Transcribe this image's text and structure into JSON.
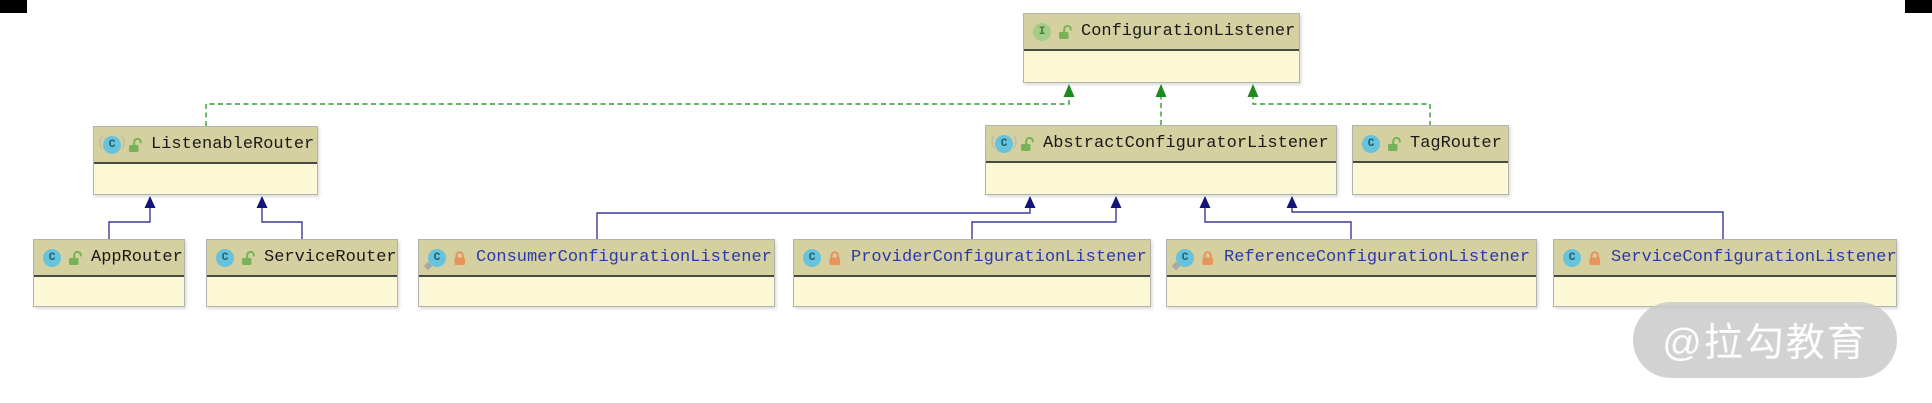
{
  "diagram": {
    "kind": "uml-class-diagram",
    "colors": {
      "node_header_bg": "#d5d0a0",
      "node_body_bg": "#fcf7d4",
      "implements_edge": "#2f9e2f",
      "extends_edge": "#3a3a9c",
      "class_icon_bg": "#67c2dc",
      "interface_icon_bg": "#a3cc86",
      "lock_open": "#76b356",
      "lock_closed": "#e8935c",
      "name_default": "#1a1a1a",
      "name_inner_class": "#2b3aa8"
    },
    "nodes": [
      {
        "name": "ConfigurationListener",
        "kind": "interface",
        "icon_letter": "I",
        "visibility_icon": "lock-open-icon"
      },
      {
        "name": "ListenableRouter",
        "kind": "abstract-class",
        "icon_letter": "C",
        "visibility_icon": "lock-open-icon"
      },
      {
        "name": "AbstractConfiguratorListener",
        "kind": "abstract-class",
        "icon_letter": "C",
        "visibility_icon": "lock-open-icon"
      },
      {
        "name": "TagRouter",
        "kind": "class",
        "icon_letter": "C",
        "visibility_icon": "lock-open-icon"
      },
      {
        "name": "AppRouter",
        "kind": "class",
        "icon_letter": "C",
        "visibility_icon": "lock-open-icon"
      },
      {
        "name": "ServiceRouter",
        "kind": "class",
        "icon_letter": "C",
        "visibility_icon": "lock-open-icon"
      },
      {
        "name": "ConsumerConfigurationListener",
        "kind": "static-inner-class",
        "icon_letter": "C",
        "visibility_icon": "lock-closed-icon"
      },
      {
        "name": "ProviderConfigurationListener",
        "kind": "inner-class",
        "icon_letter": "C",
        "visibility_icon": "lock-closed-icon"
      },
      {
        "name": "ReferenceConfigurationListener",
        "kind": "static-inner-class",
        "icon_letter": "C",
        "visibility_icon": "lock-closed-icon"
      },
      {
        "name": "ServiceConfigurationListener",
        "kind": "inner-class",
        "icon_letter": "C",
        "visibility_icon": "lock-closed-icon"
      }
    ],
    "edges": [
      {
        "from": "ListenableRouter",
        "to": "ConfigurationListener",
        "type": "implements"
      },
      {
        "from": "AbstractConfiguratorListener",
        "to": "ConfigurationListener",
        "type": "implements"
      },
      {
        "from": "TagRouter",
        "to": "ConfigurationListener",
        "type": "implements"
      },
      {
        "from": "AppRouter",
        "to": "ListenableRouter",
        "type": "extends"
      },
      {
        "from": "ServiceRouter",
        "to": "ListenableRouter",
        "type": "extends"
      },
      {
        "from": "ConsumerConfigurationListener",
        "to": "AbstractConfiguratorListener",
        "type": "extends"
      },
      {
        "from": "ProviderConfigurationListener",
        "to": "AbstractConfiguratorListener",
        "type": "extends"
      },
      {
        "from": "ReferenceConfigurationListener",
        "to": "AbstractConfiguratorListener",
        "type": "extends"
      },
      {
        "from": "ServiceConfigurationListener",
        "to": "AbstractConfiguratorListener",
        "type": "extends"
      }
    ]
  },
  "watermark": {
    "text": "@拉勾教育"
  }
}
